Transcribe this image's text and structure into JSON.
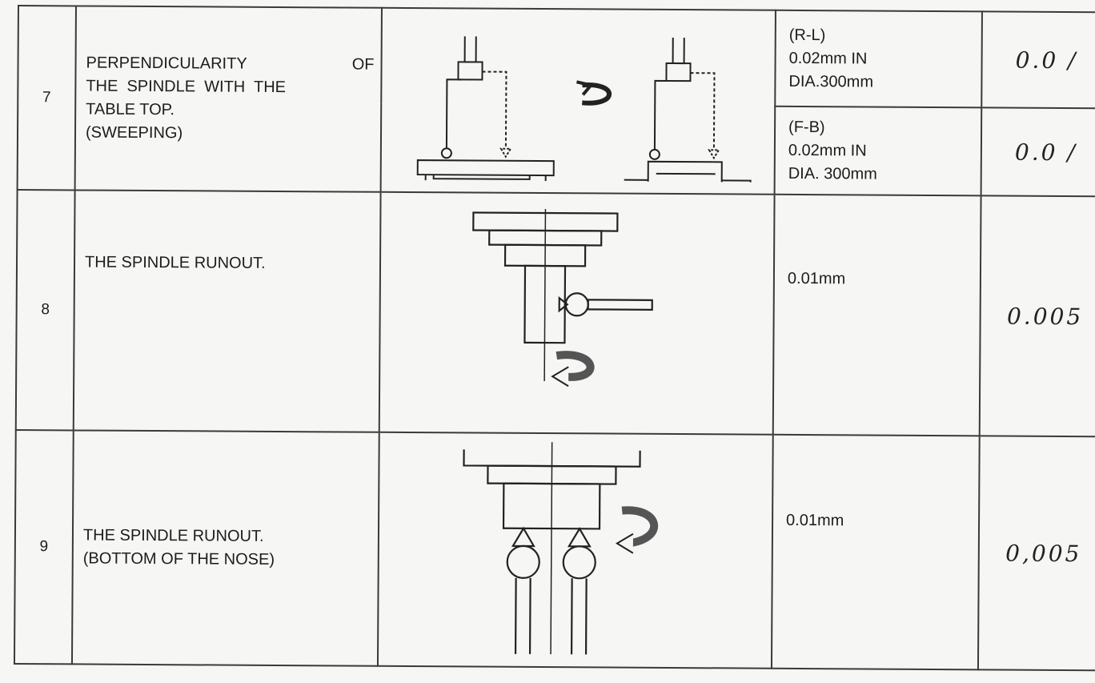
{
  "rows": [
    {
      "no": "7",
      "item_lines": [
        "PERPENDICULARITY",
        "OF",
        "THE  SPINDLE  WITH  THE",
        "TABLE TOP.",
        "(SWEEPING)"
      ],
      "diagram_icon": "spindle-sweep-diagram-icon",
      "tolerances": [
        {
          "lines": [
            "(R-L)",
            "0.02mm IN",
            "DIA.300mm"
          ],
          "measured": "0.0 /"
        },
        {
          "lines": [
            "(F-B)",
            "0.02mm IN",
            "DIA. 300mm"
          ],
          "measured": "0.0 /"
        }
      ]
    },
    {
      "no": "8",
      "item_lines": [
        "THE SPINDLE RUNOUT."
      ],
      "diagram_icon": "spindle-runout-diagram-icon",
      "tolerance": "0.01mm",
      "measured": "0.005"
    },
    {
      "no": "9",
      "item_lines": [
        "THE SPINDLE RUNOUT.",
        "(BOTTOM OF THE NOSE)"
      ],
      "diagram_icon": "spindle-nose-runout-diagram-icon",
      "tolerance": "0.01mm",
      "measured": "0,005"
    }
  ]
}
